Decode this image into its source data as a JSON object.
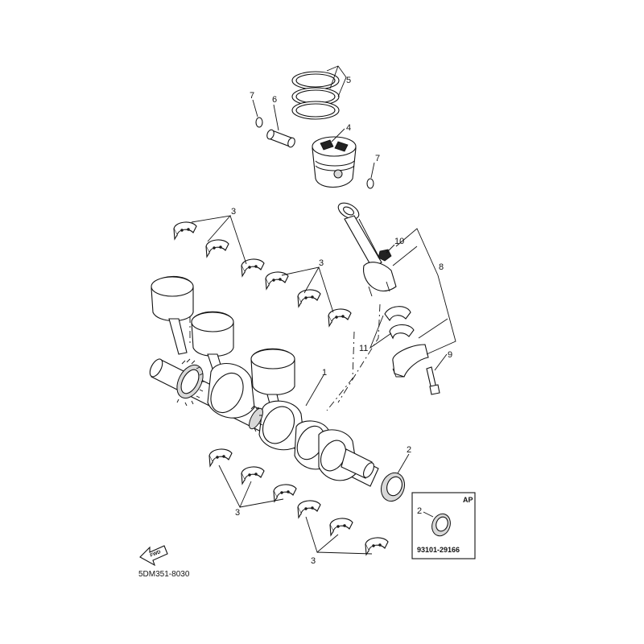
{
  "diagram_code": "5DM351-8030",
  "fwd_label": "FWD",
  "inset": {
    "tag": "AP",
    "part_number": "93101-29166",
    "callout": "2"
  },
  "callouts": {
    "crankshaft": "1",
    "oil_seal": "2",
    "bearings_upper_left": "3",
    "bearings_upper_mid": "3",
    "bearings_lower_left": "3",
    "bearings_lower_right": "3",
    "piston": "4",
    "piston_rings": "5",
    "piston_pin": "6",
    "clip_left": "7",
    "clip_right": "7",
    "connecting_rod": "8",
    "rod_bolt": "9",
    "rod_nut": "10",
    "rod_bearing": "11"
  }
}
